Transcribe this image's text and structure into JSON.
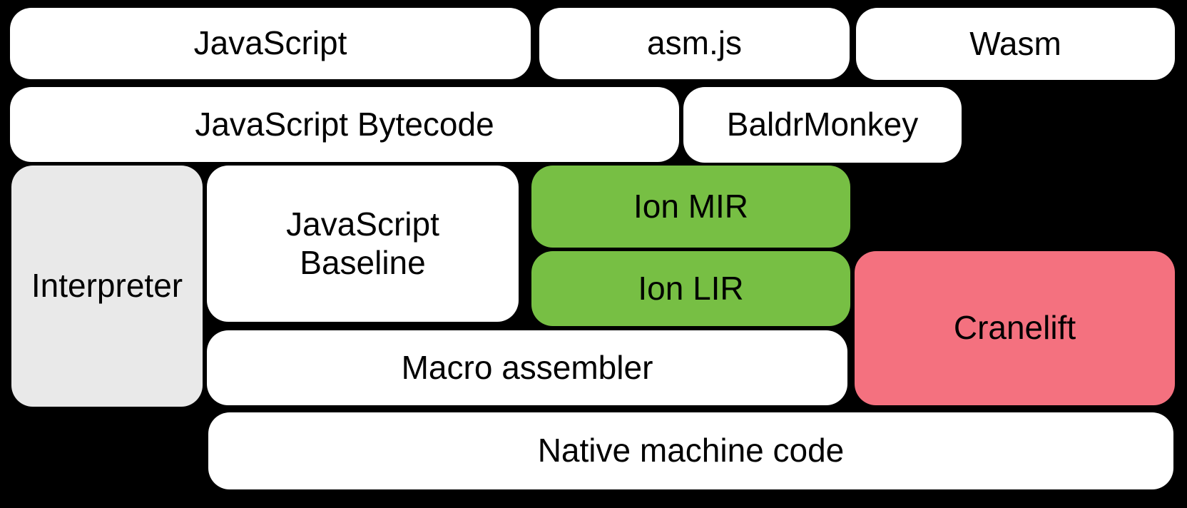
{
  "diagram": {
    "description": "Compiler pipeline diagram",
    "colors": {
      "background": "#000000",
      "box_default": "#FFFFFF",
      "interpreter_gray": "#E9E9E9",
      "ion_green": "#77BF44",
      "cranelift_pink": "#F4717F",
      "text": "#000000"
    },
    "boxes": {
      "javascript": {
        "label": "JavaScript",
        "bg": "#FFFFFF"
      },
      "asmjs": {
        "label": "asm.js",
        "bg": "#FFFFFF"
      },
      "wasm": {
        "label": "Wasm",
        "bg": "#FFFFFF"
      },
      "js_bytecode": {
        "label": "JavaScript Bytecode",
        "bg": "#FFFFFF"
      },
      "baldrmonkey": {
        "label": "BaldrMonkey",
        "bg": "#FFFFFF"
      },
      "interpreter": {
        "label": "Interpreter",
        "bg": "#E9E9E9"
      },
      "js_baseline": {
        "label": "JavaScript\nBaseline",
        "bg": "#FFFFFF"
      },
      "ion_mir": {
        "label": "Ion MIR",
        "bg": "#77BF44"
      },
      "ion_lir": {
        "label": "Ion LIR",
        "bg": "#77BF44"
      },
      "cranelift": {
        "label": "Cranelift",
        "bg": "#F4717F"
      },
      "macro_assembler": {
        "label": "Macro assembler",
        "bg": "#FFFFFF"
      },
      "native_machine_code": {
        "label": "Native machine code",
        "bg": "#FFFFFF"
      }
    }
  }
}
